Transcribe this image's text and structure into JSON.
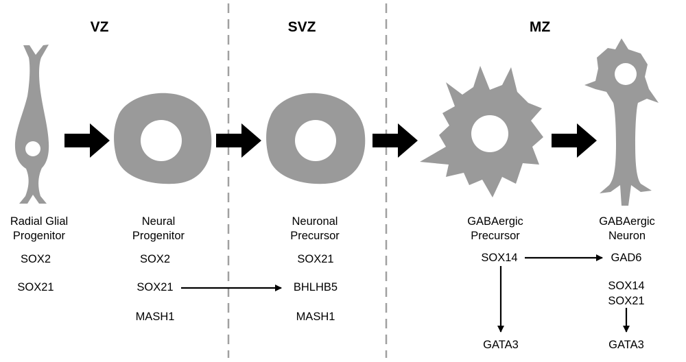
{
  "zones": {
    "vz": "VZ",
    "svz": "SVZ",
    "mz": "MZ"
  },
  "cells": [
    {
      "line1": "Radial Glial",
      "line2": "Progenitor"
    },
    {
      "line1": "Neural",
      "line2": "Progenitor"
    },
    {
      "line1": "Neuronal",
      "line2": "Precursor"
    },
    {
      "line1": "GABAergic",
      "line2": "Precursor"
    },
    {
      "line1": "GABAergic",
      "line2": "Neuron"
    }
  ],
  "markers": {
    "radial_glial": [
      "SOX2",
      "SOX21"
    ],
    "neural_progenitor": [
      "SOX2",
      "SOX21",
      "MASH1"
    ],
    "neuronal_precursor": [
      "SOX21",
      "BHLHB5",
      "MASH1"
    ],
    "gabaergic_precursor": [
      "SOX14",
      "GATA3"
    ],
    "gabaergic_neuron": [
      "GAD6",
      "SOX14",
      "SOX21",
      "GATA3"
    ]
  },
  "colors": {
    "cell_fill": "#9a9a9a",
    "divider": "#a0a0a0",
    "arrow": "#000000"
  }
}
